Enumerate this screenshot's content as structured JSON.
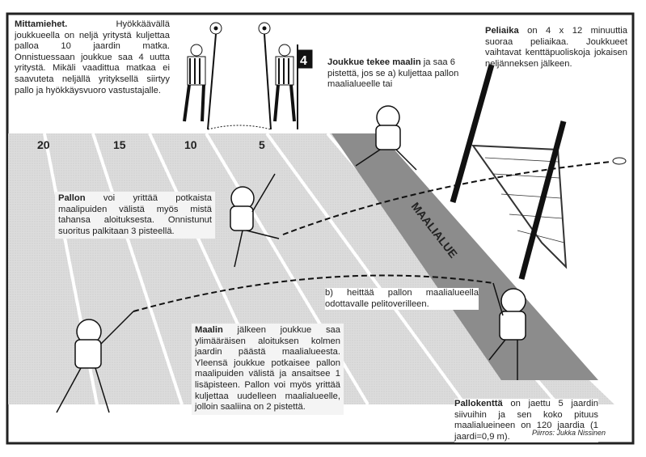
{
  "texts": {
    "mittamiehet": {
      "bold": "Mittamiehet.",
      "body": " Hyökkäävällä joukkueella on neljä yritystä kuljettaa palloa 10 jaardin matka. Onnistuessaan joukkue saa 4 uutta yritystä. Mikäli vaadittua matkaa ei saavuteta neljällä yrityksellä siirtyy pallo ja hyökkäysvuoro vastustajalle."
    },
    "peliaika": {
      "bold": "Peliaika",
      "body": " on 4 x 12 minuuttia suoraa peliaikaa. Joukkueet vaihtavat kenttäpuoliskoja jokaisen neljänneksen jälkeen."
    },
    "maali": {
      "bold": "Joukkue tekee maalin",
      "body": " ja saa 6 pistettä, jos se a) kuljettaa pallon maalialueelle tai"
    },
    "pallon": {
      "bold": "Pallon",
      "body": " voi yrittää potkaista maalipuiden välistä myös mistä tahansa aloituksesta. Onnistunut suoritus palkitaan 3 pisteellä."
    },
    "heittaa": {
      "body": "b) heittää pallon maalialueella odottavalle pelitoverilleen."
    },
    "maalin": {
      "bold": "Maalin",
      "body": " jälkeen joukkue saa ylimääräisen aloituksen kolmen jaardin päästä maalialueesta. Yleensä joukkue potkaisee pallon maalipuiden välistä ja ansaitsee 1 lisäpisteen. Pallon voi myös yrittää kuljettaa uudelleen maalialueelle, jolloin saaliina on 2 pistettä."
    },
    "pallokentta": {
      "bold": "Pallokenttä",
      "body": " on jaettu 5 jaardin siivuihin ja sen koko pituus maalialueineen on 120 jaardia (1 jaardi=0,9 m)."
    }
  },
  "credit": "Piirros: Jukka Nissinen",
  "field": {
    "yard_labels": [
      "20",
      "15",
      "10",
      "5"
    ],
    "endzone_label": "MAALIALUE",
    "down_marker": "4"
  },
  "colors": {
    "field": "#d9d9d9",
    "endzone": "#8c8c8c",
    "frame": "#222222"
  }
}
